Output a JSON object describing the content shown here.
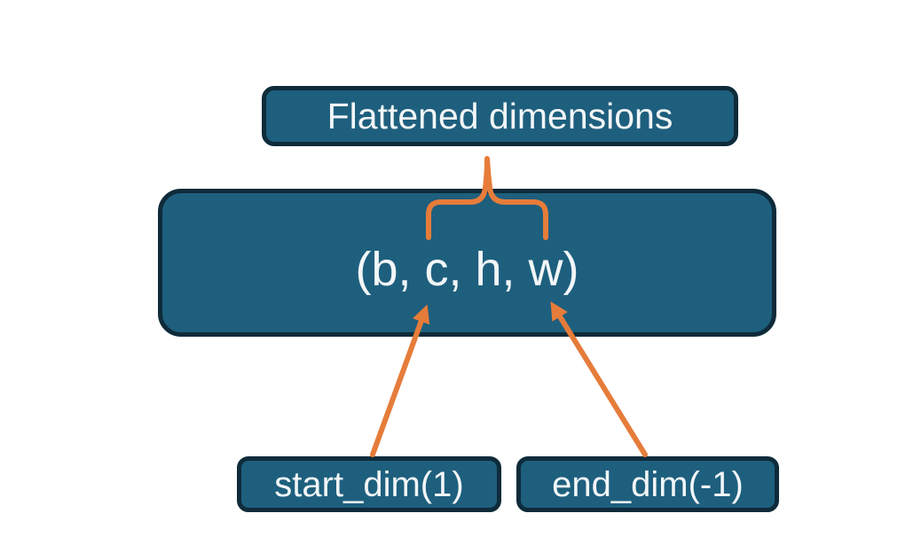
{
  "diagram": {
    "nodes": {
      "flattened": {
        "label": "Flattened dimensions"
      },
      "tensor": {
        "label": "(b, c, h, w)"
      },
      "start_dim": {
        "label": "start_dim(1)"
      },
      "end_dim": {
        "label": "end_dim(-1)"
      }
    },
    "connectors": {
      "brace": {
        "shape": "curly-brace",
        "from": "flattened-dimensions-node",
        "to": "c-h-span-of-tensor"
      },
      "start_arrow": {
        "shape": "arrow",
        "from": "start-dim-node",
        "to": "dimension-c"
      },
      "end_arrow": {
        "shape": "arrow",
        "from": "end-dim-node",
        "to": "dimension-w"
      }
    }
  },
  "theme": {
    "background": "#ffffff",
    "node_fill": "#1e5f7e",
    "node_border": "#0e2b3a",
    "text": "#f2f6f7",
    "accent_orange": "#e67c3a"
  }
}
